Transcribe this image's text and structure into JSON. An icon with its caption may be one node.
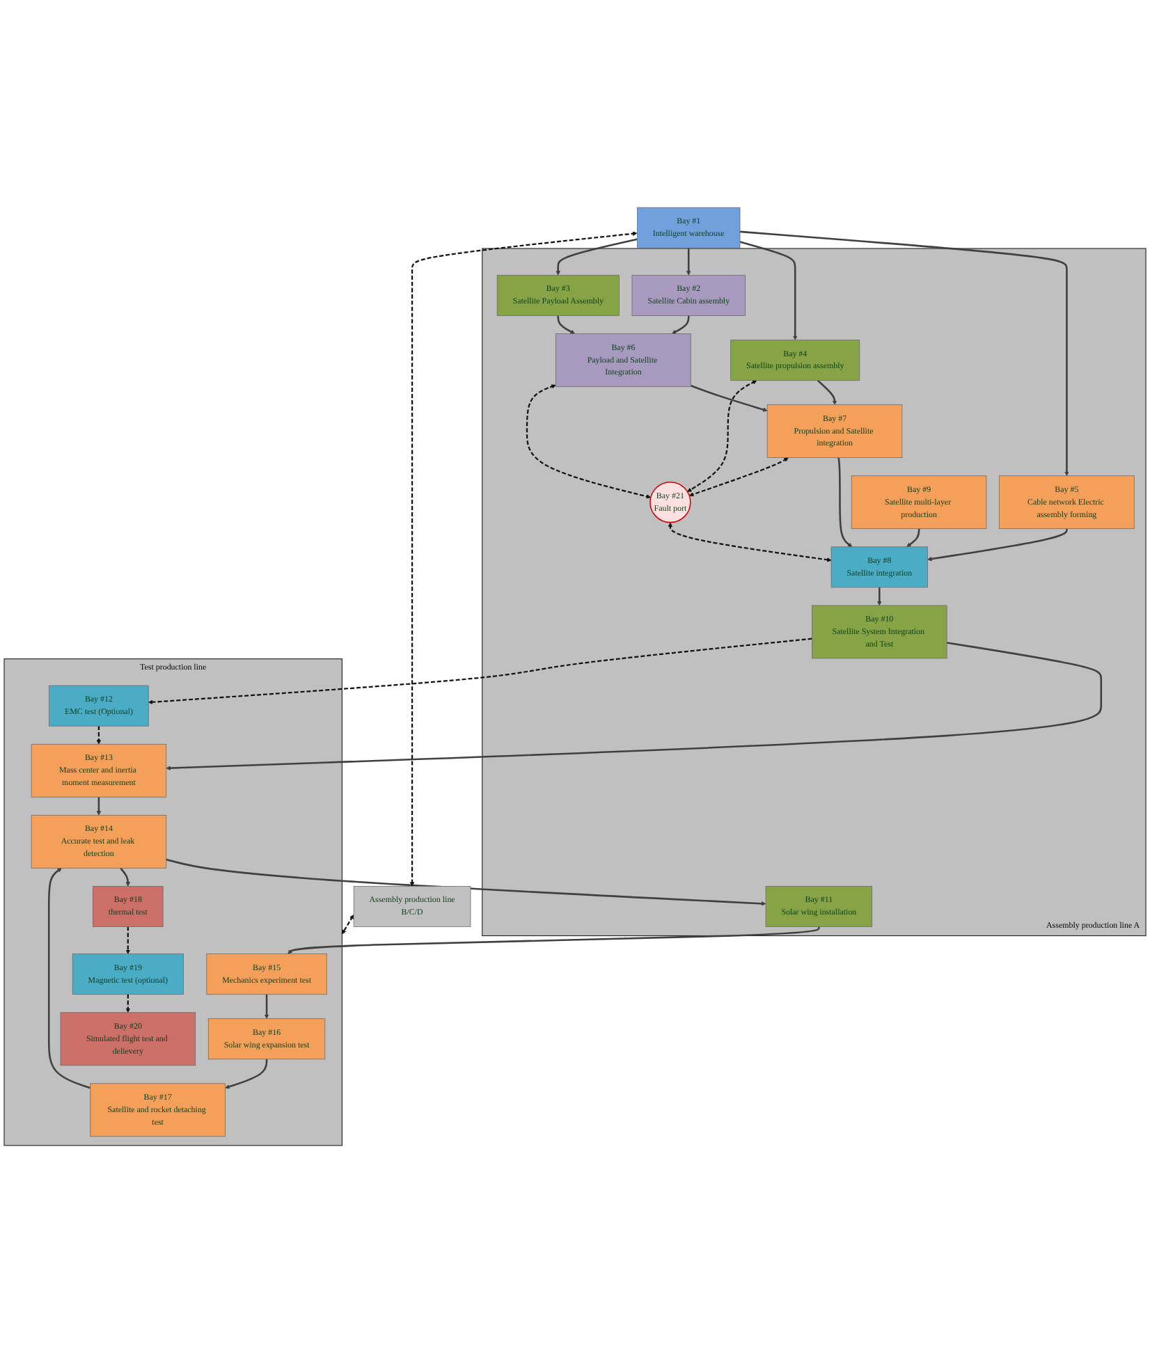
{
  "diagram": {
    "nodes": [
      {
        "text": [
          "Assembly production line A"
        ]
      },
      {
        "text": [
          "Test production line"
        ]
      },
      {
        "text": [
          "Bay #1",
          "Intelligent warehouse"
        ]
      },
      {
        "text": [
          "Bay #5",
          "Cable network Electric assembly forming"
        ],
        "in": 0
      },
      {
        "text": [
          "Bay #4",
          "Satellite propulsion assembly"
        ],
        "in": 0
      },
      {
        "text": [
          "Bay #2",
          "Satellite Cabin assembly"
        ],
        "in": 0
      },
      {
        "text": [
          "Bay #6",
          "Payload and Satellite Integration"
        ],
        "in": 0
      },
      {
        "text": [
          "Bay #3",
          "Satellite Payload Assembly"
        ],
        "in": 0
      },
      {
        "text": [
          "Bay #21",
          "Fault port"
        ],
        "in": 0
      },
      {
        "text": [
          "Bay #7",
          "Propulsion and Satellite integration"
        ],
        "in": 0
      },
      {
        "text": [
          "Bay #8",
          "Satellite integration"
        ],
        "in": 0
      },
      {
        "text": [
          "Bay #9",
          "Satellite multi-layer production"
        ],
        "in": 0
      },
      {
        "text": [
          "Bay #11",
          "Solar wing installation"
        ],
        "in": 0
      },
      {
        "text": [
          "Bay #10",
          "Satellite System Integration and Test"
        ],
        "in": 0
      },
      {
        "text": [
          "Bay #15",
          "Mechanics experiment test"
        ],
        "in": 1
      },
      {
        "text": [
          "Bay #13",
          "Mass center and inertia moment measurement"
        ],
        "in": 1
      },
      {
        "text": [
          "Bay #12",
          "EMC test (Optional)"
        ],
        "in": 1
      },
      {
        "text": [
          "Bay #16",
          "Solar wing expansion test"
        ],
        "in": 1
      },
      {
        "text": [
          "Bay #14",
          "Accurate test and leak detection"
        ],
        "in": 1
      },
      {
        "text": [
          "Bay #17",
          "Satellite and rocket detaching test"
        ],
        "in": 1
      },
      {
        "text": [
          "Bay #18",
          "thermal test"
        ],
        "in": 1
      },
      {
        "text": [
          "Bay #19",
          "Magnetic test (optional)"
        ],
        "in": 1
      },
      {
        "text": [
          "Bay #20",
          "Simulated flight test and delievery"
        ],
        "in": 1
      },
      {
        "text": [
          "Assembly production line",
          "B/C/D"
        ]
      }
    ],
    "edges": [
      {
        "from": 2,
        "to": 3,
        "arrow": "to"
      },
      {
        "from": 2,
        "to": 4,
        "arrow": "to"
      },
      {
        "from": 2,
        "to": 5,
        "arrow": "to"
      },
      {
        "from": 2,
        "to": 7,
        "arrow": "to"
      },
      {
        "from": 3,
        "to": 10,
        "arrow": "to"
      },
      {
        "from": 4,
        "to": 9,
        "arrow": "to"
      },
      {
        "from": 5,
        "to": 6,
        "arrow": "to"
      },
      {
        "from": 7,
        "to": 6,
        "arrow": "to"
      },
      {
        "from": 6,
        "to": 9,
        "arrow": "to"
      },
      {
        "from": 9,
        "to": 10,
        "arrow": "to"
      },
      {
        "from": 11,
        "to": 10,
        "arrow": "to"
      },
      {
        "from": 10,
        "to": 13,
        "arrow": "to"
      },
      {
        "from": 6,
        "to": 8,
        "arrow": "both",
        "style": "dashed"
      },
      {
        "from": 9,
        "to": 8,
        "arrow": "both",
        "style": "dashed"
      },
      {
        "from": 8,
        "to": 10,
        "arrow": "both",
        "style": "dashed"
      },
      {
        "from": 4,
        "to": 8,
        "arrow": "both",
        "style": "dashed"
      },
      {
        "from": 13,
        "to": 15,
        "arrow": "to"
      },
      {
        "from": 13,
        "to": 16,
        "arrow": "to",
        "style": "dashed"
      },
      {
        "from": 16,
        "to": 15,
        "arrow": "to",
        "style": "dashed"
      },
      {
        "from": 15,
        "to": 18,
        "arrow": "to"
      },
      {
        "from": 18,
        "to": 12,
        "arrow": "to"
      },
      {
        "from": 12,
        "to": 14,
        "arrow": "to"
      },
      {
        "from": 14,
        "to": 17,
        "arrow": "to"
      },
      {
        "from": 17,
        "to": 19,
        "arrow": "to"
      },
      {
        "from": 19,
        "to": 18,
        "arrow": "to"
      },
      {
        "from": 18,
        "to": 20,
        "arrow": "to"
      },
      {
        "from": 20,
        "to": 21,
        "arrow": "to",
        "style": "dashed"
      },
      {
        "from": 21,
        "to": 22,
        "arrow": "to",
        "style": "dashed"
      },
      {
        "from": 2,
        "to": 23,
        "arrow": "both",
        "style": "dashed"
      },
      {
        "from": 23,
        "to": 1,
        "arrow": "both",
        "style": "dashed"
      }
    ]
  }
}
